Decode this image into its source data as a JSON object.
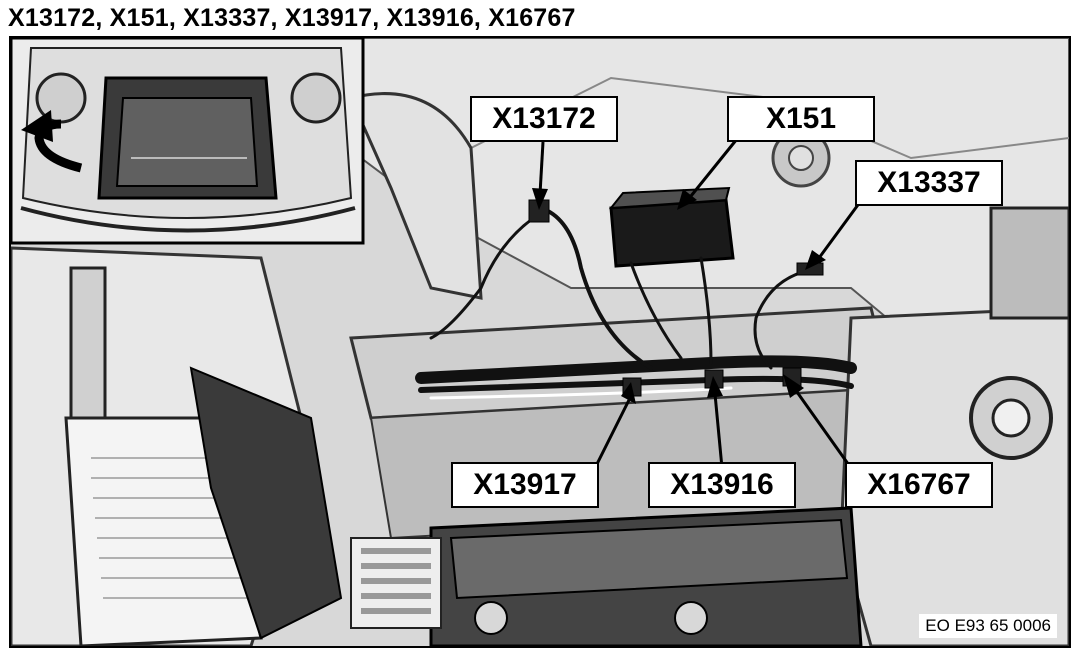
{
  "title": "X13172, X151, X13337, X13917, X13916, X16767",
  "figure_code": "EO E93 65 0006",
  "callouts": {
    "x13172": "X13172",
    "x151": "X151",
    "x13337": "X13337",
    "x13917": "X13917",
    "x13916": "X13916",
    "x16767": "X16767"
  },
  "colors": {
    "ink": "#000000",
    "paper": "#ffffff",
    "metal": "#d2d2d2"
  }
}
